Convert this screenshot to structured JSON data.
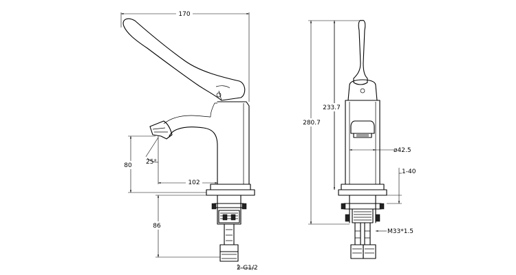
{
  "drawing": {
    "front_view": {
      "width_label": "170",
      "spout_height_label": "80",
      "angle_label": "25°",
      "reach_label": "102",
      "shank_length_label": "86",
      "connection_label": "2-G1/2"
    },
    "side_view": {
      "overall_height_label": "280.7",
      "body_height_label": "233.7",
      "diameter_label": "ø42.5",
      "deck_thickness_label": "1-40",
      "thread_label": "M33*1.5"
    }
  }
}
